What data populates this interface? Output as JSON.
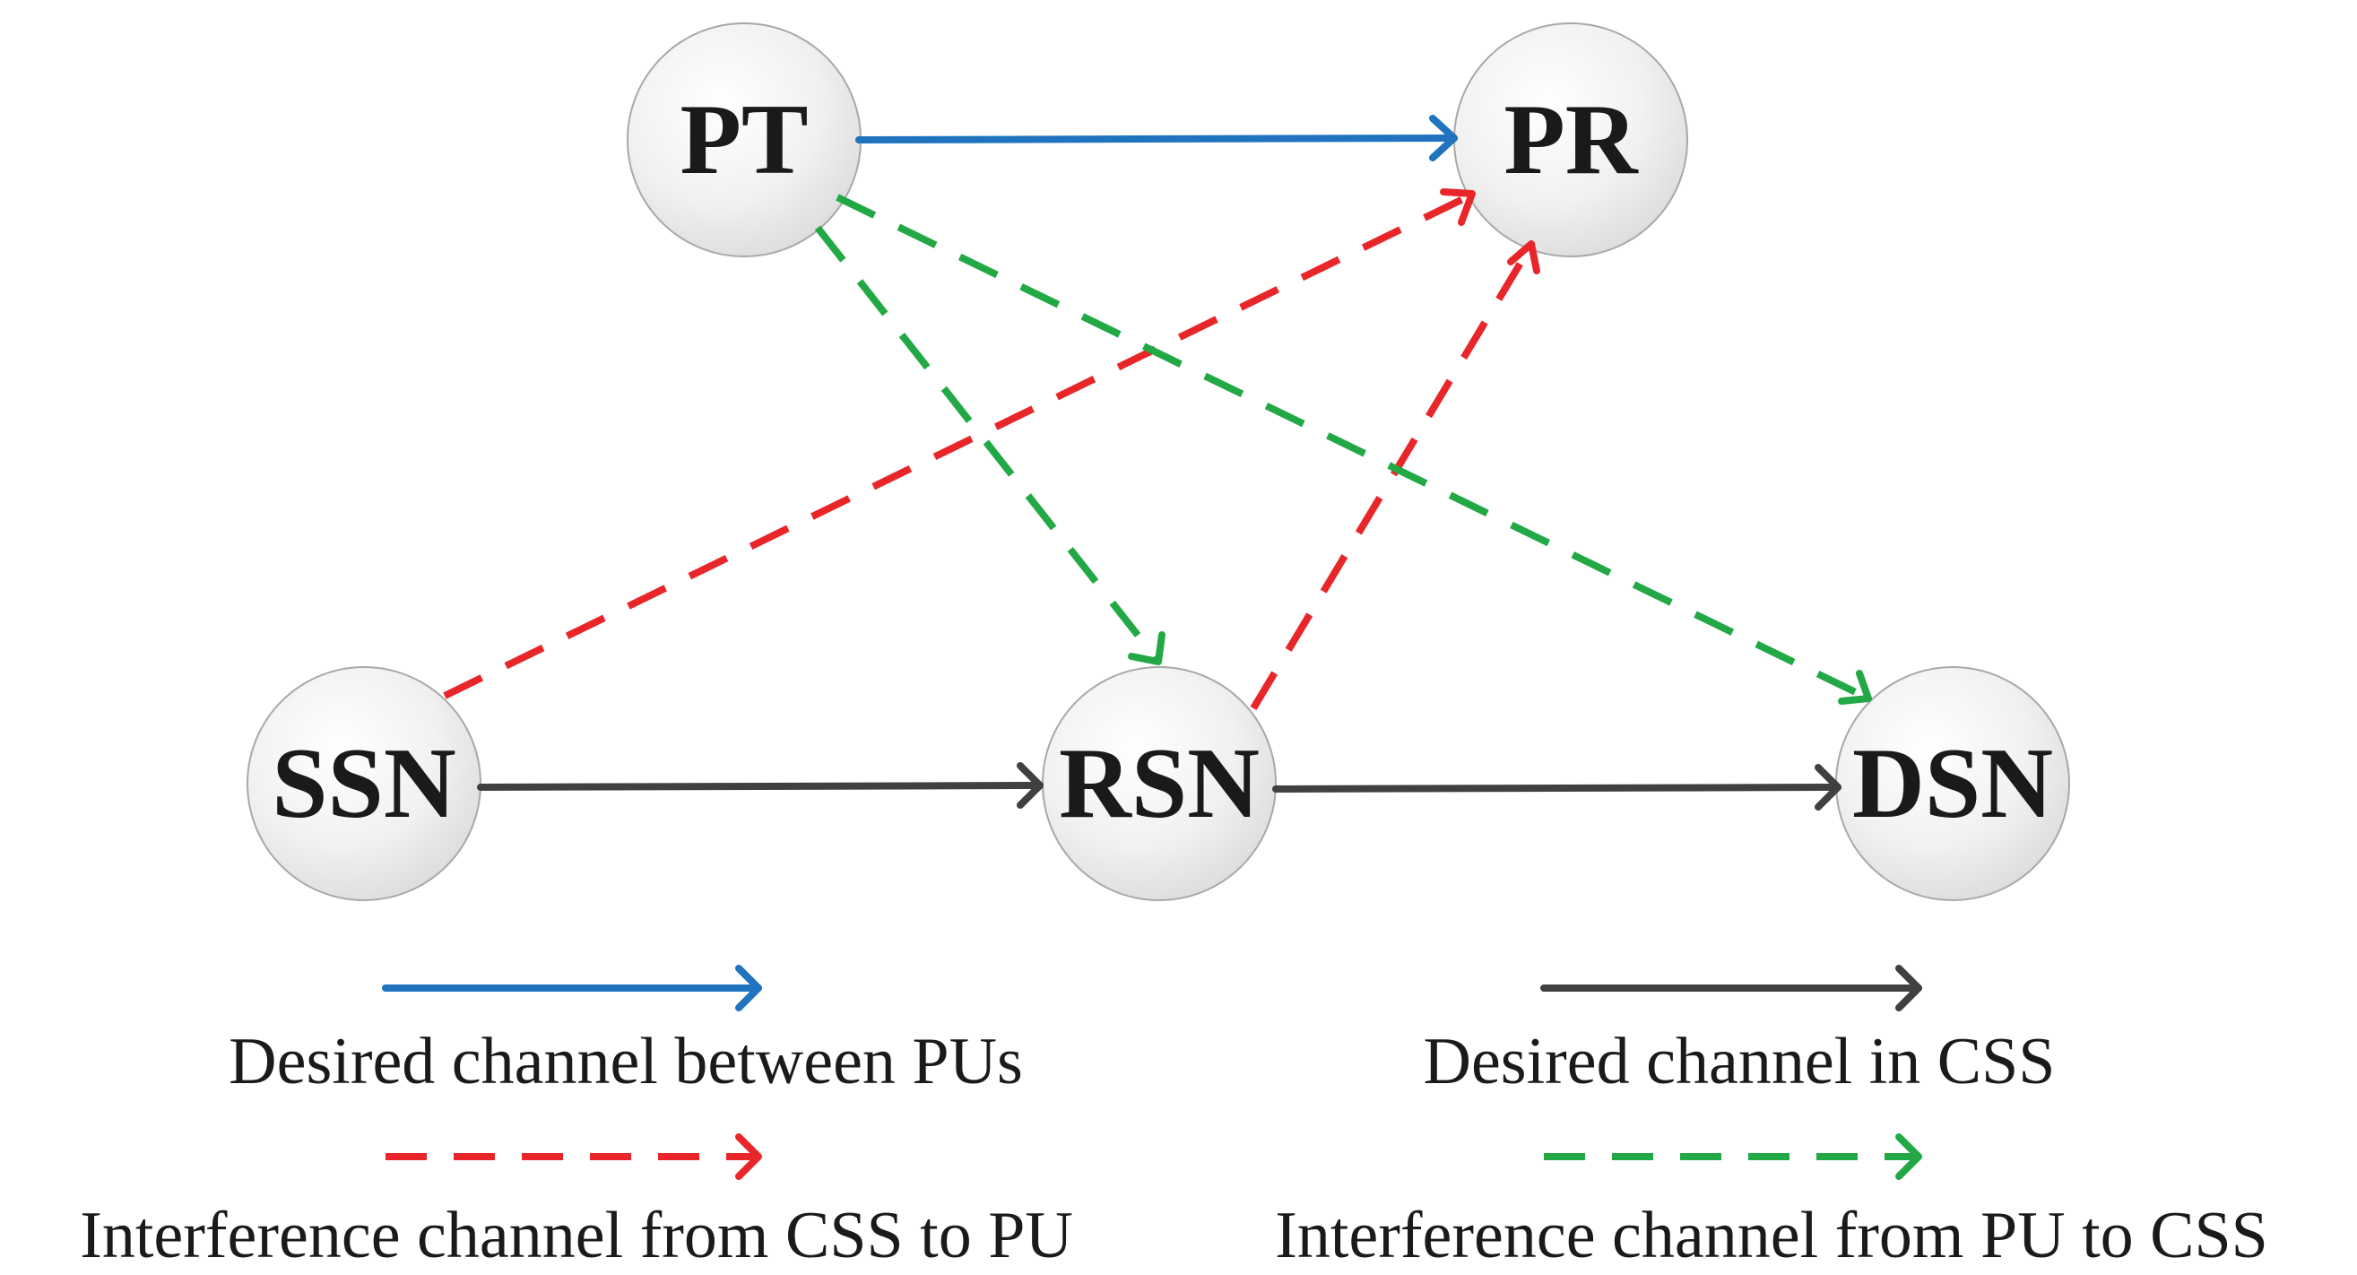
{
  "colors": {
    "desired_pu": "#1f73bf",
    "interference_css_to_pu": "#e8262a",
    "interference_pu_to_css": "#22a844",
    "desired_css": "#404040"
  },
  "nodes": {
    "pt": {
      "label": "PT"
    },
    "pr": {
      "label": "PR"
    },
    "ssn": {
      "label": "SSN"
    },
    "rsn": {
      "label": "RSN"
    },
    "dsn": {
      "label": "DSN"
    }
  },
  "edges": [
    {
      "from": "PT",
      "to": "PR",
      "type": "desired_pu"
    },
    {
      "from": "SSN",
      "to": "RSN",
      "type": "desired_css"
    },
    {
      "from": "RSN",
      "to": "DSN",
      "type": "desired_css"
    },
    {
      "from": "SSN",
      "to": "PR",
      "type": "interference_css_to_pu"
    },
    {
      "from": "RSN",
      "to": "PR",
      "type": "interference_css_to_pu"
    },
    {
      "from": "PT",
      "to": "RSN",
      "type": "interference_pu_to_css"
    },
    {
      "from": "PT",
      "to": "DSN",
      "type": "interference_pu_to_css"
    }
  ],
  "legend": {
    "desired_pu": "Desired channel between PUs",
    "desired_css": "Desired channel in CSS",
    "interference_css_to_pu": "Interference channel from CSS to PU",
    "interference_pu_to_css": "Interference channel from PU to CSS"
  }
}
